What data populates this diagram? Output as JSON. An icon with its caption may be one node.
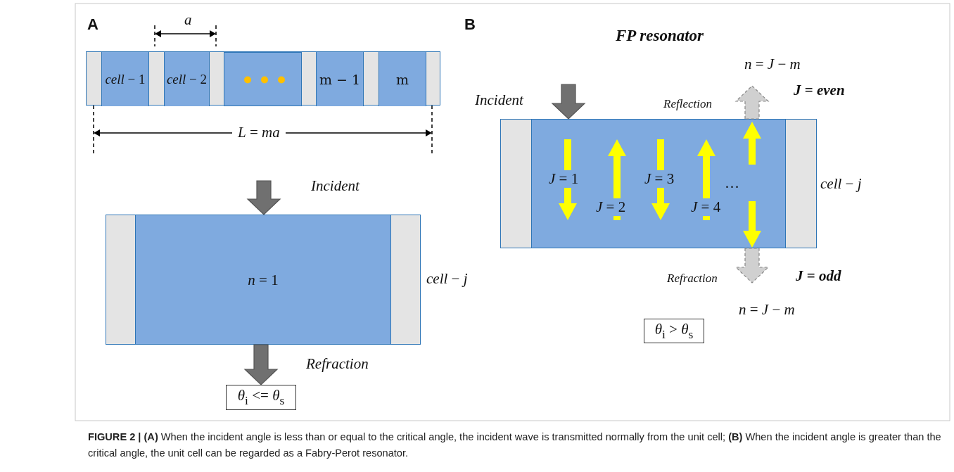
{
  "diagram": {
    "caption": "**FIGURE 2 | (A)** When the incident angle is less than or equal to the critical angle, the incident wave is transmitted normally from the unit cell; **(B)** When the incident angle is greater than the critical angle, the unit cell can be regarded as a Fabry-Perot resonator.",
    "nodes": [
      {
        "text": [],
        "shape": "box"
      },
      {
        "text": [
          "*cell* − 1"
        ],
        "in": 0
      },
      {
        "text": [
          "*cell* − 2"
        ],
        "in": 0
      },
      {
        "text": [],
        "shape": "box",
        "in": 0
      },
      {
        "text": [
          "m − 1"
        ],
        "in": 0
      },
      {
        "text": [
          "m"
        ],
        "in": 0
      },
      {
        "text": [
          "*n* = 1"
        ],
        "beside": [
          "*cell* − *j*"
        ]
      },
      {
        "text": [
          "*θ*$_{i}$ <= *θ*$_{s}$"
        ]
      },
      {
        "text": [
          "*J* = 1",
          "*J* = 2",
          "*J* = 3",
          "*J* = 4",
          "…"
        ],
        "beside": [
          "*cell* − *j*"
        ]
      },
      {
        "text": [
          "*θ*$_{i}$ > *θ*$_{s}$"
        ]
      }
    ],
    "edges": [
      {
        "from": null,
        "to": 6,
        "arrow": "to",
        "label": "Incident"
      },
      {
        "from": 6,
        "to": 7,
        "arrow": "to",
        "label": "Refraction"
      },
      {
        "from": null,
        "to": 8,
        "arrow": "to",
        "label": "Incident"
      },
      {
        "from": 8,
        "to": null,
        "arrow": "to",
        "label": "Reflection",
        "style": "dashed",
        "color": "#d0d0d0"
      },
      {
        "from": 8,
        "to": null,
        "arrow": "to",
        "label": "Refraction",
        "style": "dashed",
        "color": "#d0d0d0"
      }
    ],
    "labels": [
      "A",
      "*a*",
      "*L* = *ma*",
      "B",
      "FP resonator",
      "*n* = *J* − *m*",
      "*J* = *even*",
      "*J* = *odd*",
      "*n* = *J* − *m*"
    ]
  }
}
